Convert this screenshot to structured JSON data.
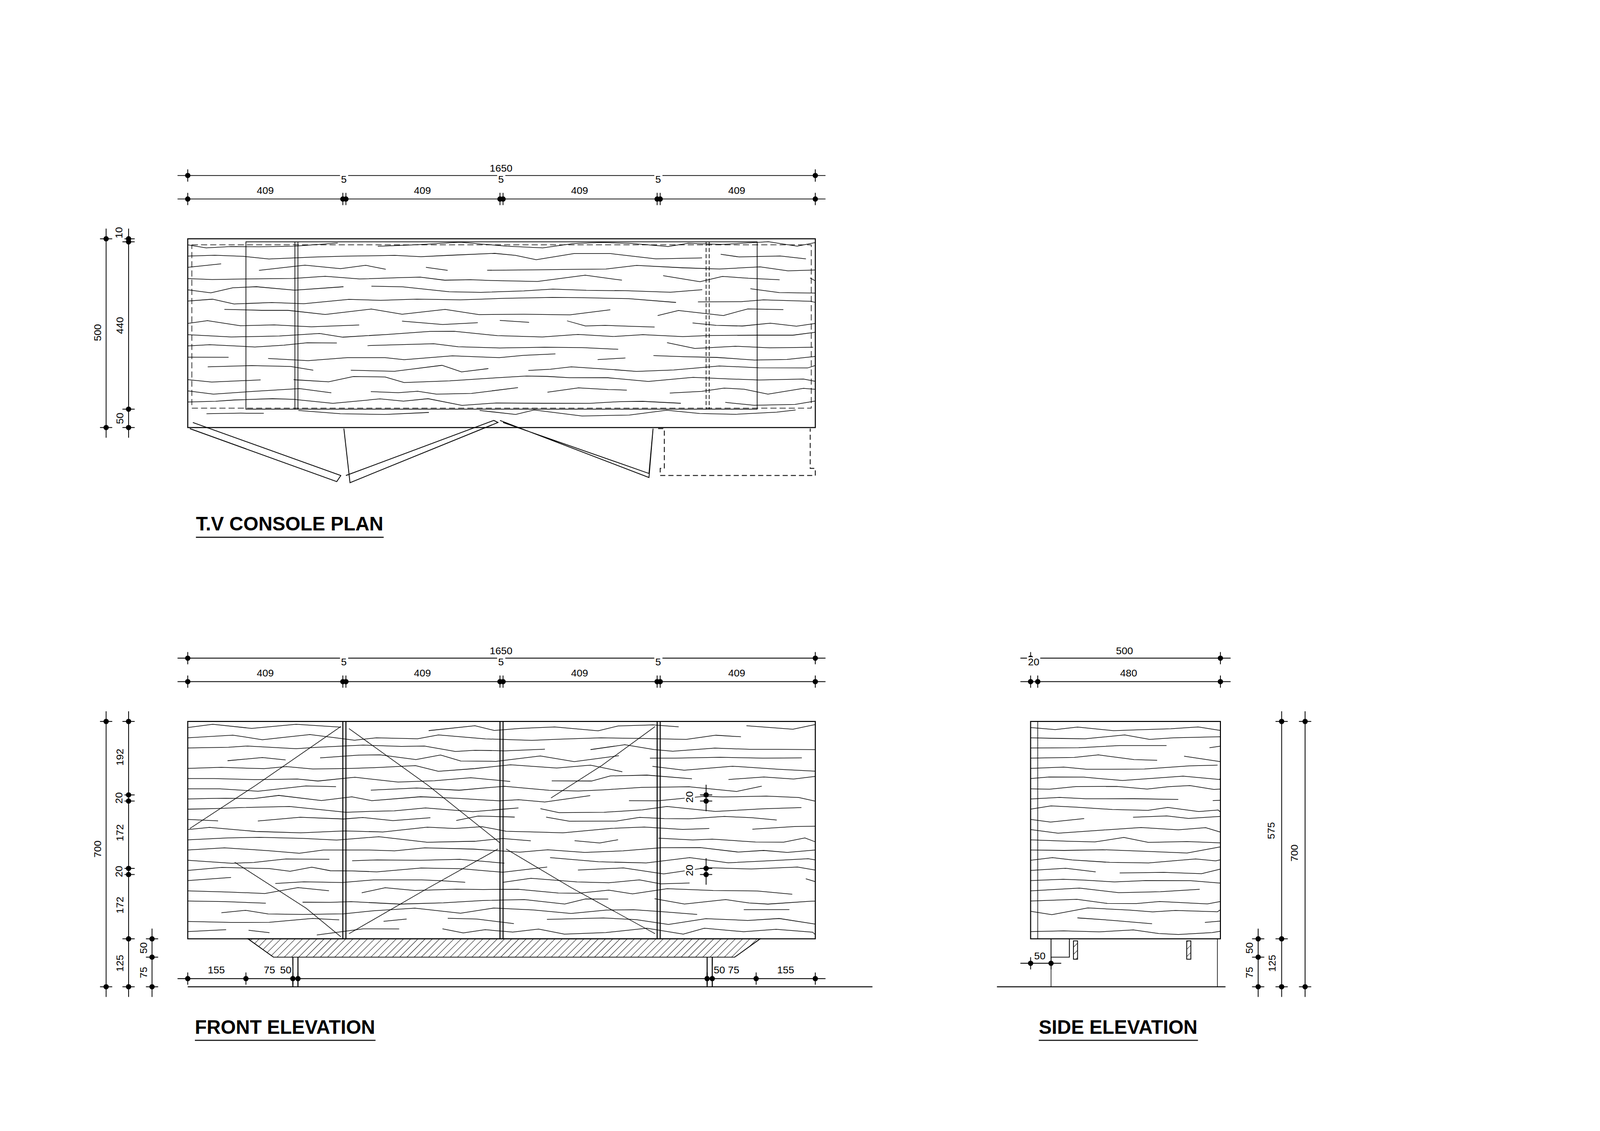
{
  "diagram": {
    "labels": [
      "1650",
      "5",
      "5",
      "5",
      "409",
      "409",
      "409",
      "409",
      "10",
      "500",
      "440",
      "50",
      "T.V CONSOLE PLAN",
      "1650",
      "5",
      "5",
      "5",
      "409",
      "409",
      "409",
      "409",
      "192",
      "20",
      "172",
      "20",
      "172",
      "700",
      "125",
      "50",
      "75",
      "20",
      "20",
      "155",
      "75",
      "50",
      "50",
      "75",
      "155",
      "FRONT ELEVATION",
      "500",
      "20",
      "480",
      "575",
      "700",
      "50",
      "125",
      "50",
      "75",
      "SIDE ELEVATION"
    ]
  }
}
